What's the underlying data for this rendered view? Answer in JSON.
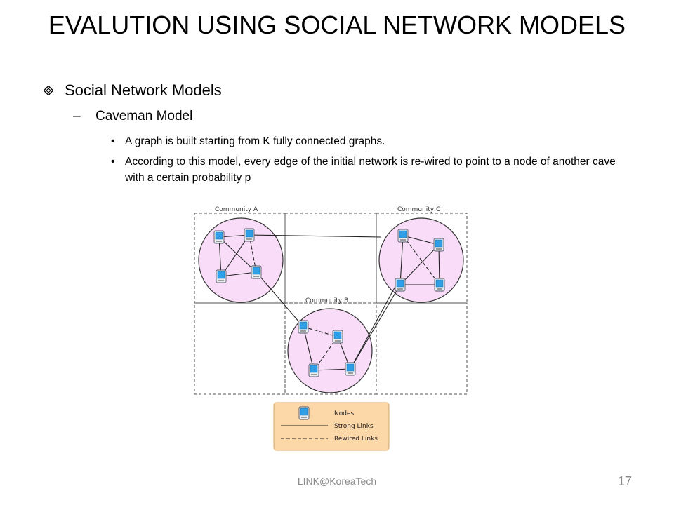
{
  "slide": {
    "title": "EVALUTION USING SOCIAL NETWORK MODELS",
    "bullet1": "Social Network Models",
    "bullet2": "Caveman Model",
    "bullet3a": "A graph is built starting from K fully connected graphs.",
    "bullet3b": "According to this model, every edge of the initial network is re-wired to point to a node of another cave with a certain probability p",
    "footer": "LINK@KoreaTech",
    "page_number": "17"
  },
  "diagram": {
    "communities": [
      "Community A",
      "Community C",
      "Community B"
    ],
    "legend": {
      "nodes": "Nodes",
      "strong": "Strong Links",
      "rewired": "Rewired Links"
    },
    "colors": {
      "circle_fill": "#f8dcf8",
      "legend_fill": "#fcd7a8",
      "device": "#2f9fe8"
    }
  }
}
